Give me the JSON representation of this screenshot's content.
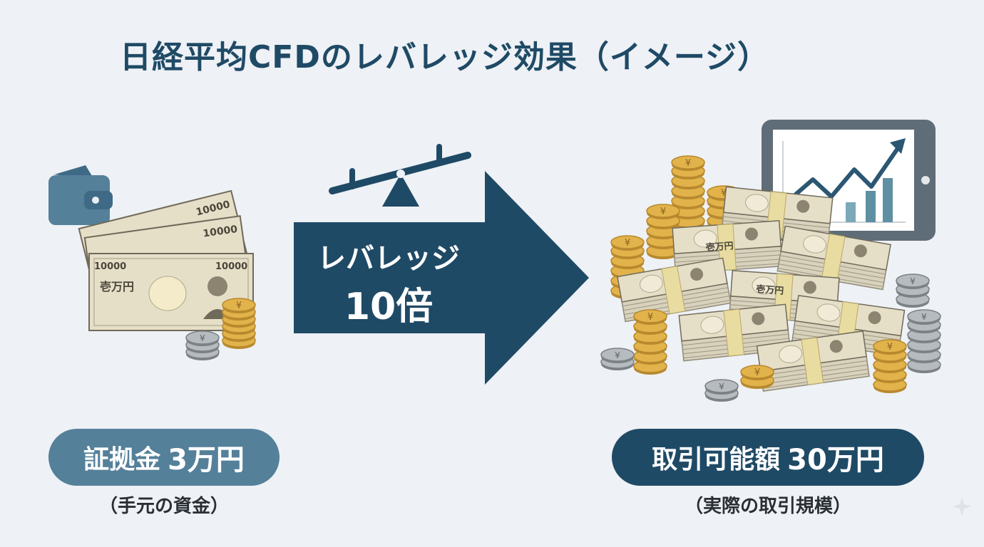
{
  "title": "日経平均CFDのレバレッジ効果（イメージ）",
  "center": {
    "line1": "レバレッジ",
    "line2": "10倍"
  },
  "left": {
    "label": "証拠金",
    "amount": "3万円",
    "sub": "（手元の資金）",
    "banknote_value": "10000",
    "banknote_caption": "壱万円"
  },
  "right": {
    "label": "取引可能額",
    "amount": "30万円",
    "sub": "（実際の取引規模）",
    "bundle_caption": "壱万円"
  },
  "icons": {
    "yen_coin": "¥",
    "wallet": "wallet-icon",
    "seesaw": "seesaw-icon",
    "chart": "chart-tablet-icon"
  },
  "colors": {
    "navy": "#1f4a66",
    "steel": "#55809a",
    "background": "#eef1f5",
    "gold": "#d4a53c",
    "silver": "#a7acb1",
    "banknote": "#e6dfc8"
  }
}
